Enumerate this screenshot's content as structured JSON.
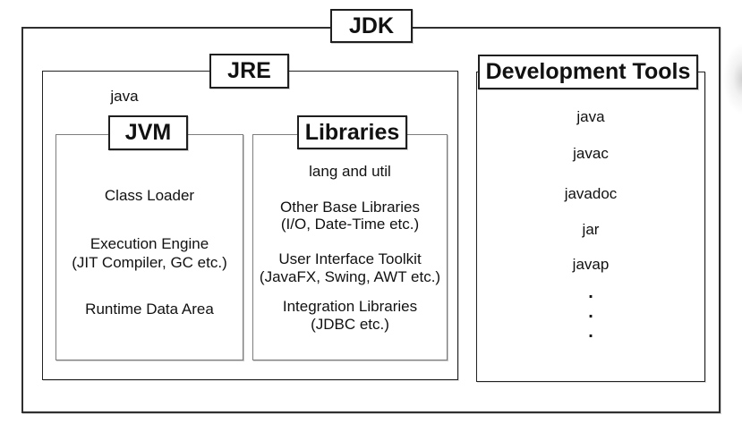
{
  "title": "JDK architecture diagram",
  "colors": {
    "background": "#ffffff",
    "border_dark": "#2f2f2f",
    "border_gray": "#7d7d7d",
    "text": "#111111"
  },
  "jdk": {
    "label": "JDK"
  },
  "jre": {
    "label": "JRE",
    "note": "java",
    "jvm": {
      "label": "JVM",
      "entries": [
        {
          "line1": "Class Loader"
        },
        {
          "line1": "Execution Engine",
          "line2": "(JIT Compiler, GC etc.)"
        },
        {
          "line1": "Runtime Data Area"
        }
      ]
    },
    "libraries": {
      "label": "Libraries",
      "entries": [
        {
          "line1": "lang and util"
        },
        {
          "line1": "Other Base Libraries",
          "line2": "(I/O, Date-Time etc.)"
        },
        {
          "line1": "User Interface Toolkit",
          "line2": "(JavaFX, Swing, AWT etc.)"
        },
        {
          "line1": "Integration Libraries",
          "line2": "(JDBC etc.)"
        }
      ]
    }
  },
  "development_tools": {
    "label": "Development Tools",
    "tools": [
      "java",
      "javac",
      "javadoc",
      "jar",
      "javap"
    ],
    "ellipsis": [
      ".",
      ".",
      "."
    ]
  }
}
